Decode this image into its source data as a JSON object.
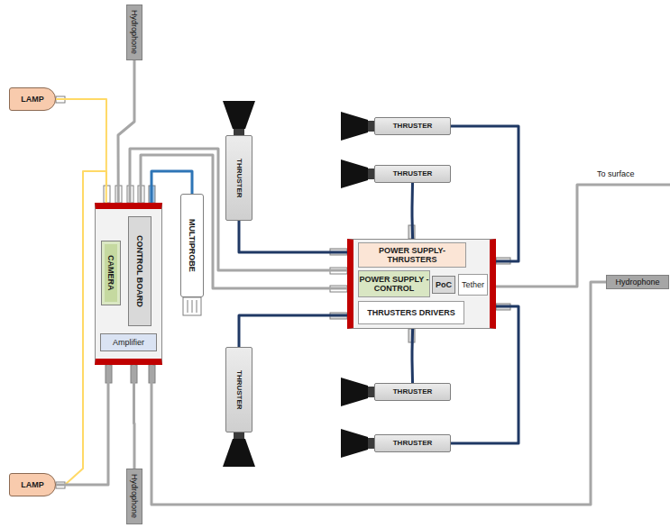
{
  "diagram": {
    "nodes": [
      {
        "text": [
          "Hydrophone"
        ]
      },
      {
        "text": [
          "LAMP"
        ]
      },
      {
        "text": []
      },
      {
        "text": [
          "CONTROL BOARD"
        ],
        "in": 2
      },
      {
        "text": [
          "CAMERA"
        ],
        "in": 2
      },
      {
        "text": [
          "Amplifier"
        ],
        "in": 2
      },
      {
        "text": [
          "MULTIPROBE"
        ]
      },
      {
        "text": [
          "THRUSTER"
        ]
      },
      {
        "text": [
          "THRUSTER"
        ]
      },
      {
        "text": [
          "THRUSTER"
        ]
      },
      {
        "text": []
      },
      {
        "text": [
          "POWER SUPPLY- THRUSTERS"
        ],
        "in": 10
      },
      {
        "text": [
          "POWER SUPPLY - CONTROL"
        ],
        "in": 10
      },
      {
        "text": [
          "PoC"
        ],
        "in": 10
      },
      {
        "text": [
          "Tether"
        ],
        "in": 10
      },
      {
        "text": [
          "THRUSTERS DRIVERS"
        ],
        "in": 10
      },
      {
        "text": [
          "Hydrophone"
        ]
      },
      {
        "text": [
          "THRUSTER"
        ]
      },
      {
        "text": [
          "THRUSTER"
        ]
      },
      {
        "text": [
          "THRUSTER"
        ]
      },
      {
        "text": [
          "LAMP"
        ]
      },
      {
        "text": [
          "Hydrophone"
        ]
      }
    ],
    "edges": [
      {
        "from": 0,
        "to": 2,
        "arrow": "none"
      },
      {
        "from": 1,
        "to": 2,
        "arrow": "none"
      },
      {
        "from": 6,
        "to": 2,
        "arrow": "none"
      },
      {
        "from": 2,
        "to": 10,
        "arrow": "none"
      },
      {
        "from": 2,
        "to": 10,
        "arrow": "none"
      },
      {
        "from": 7,
        "to": 10,
        "arrow": "none"
      },
      {
        "from": 8,
        "to": 10,
        "arrow": "none"
      },
      {
        "from": 9,
        "to": 10,
        "arrow": "none"
      },
      {
        "from": 17,
        "to": 10,
        "arrow": "none"
      },
      {
        "from": 18,
        "to": 10,
        "arrow": "none"
      },
      {
        "from": 19,
        "to": 10,
        "arrow": "none"
      },
      {
        "from": 16,
        "to": 2,
        "arrow": "none"
      },
      {
        "from": 20,
        "to": 2,
        "arrow": "none"
      },
      {
        "from": 21,
        "to": 2,
        "arrow": "none"
      }
    ],
    "labels": [
      "To surface"
    ]
  }
}
